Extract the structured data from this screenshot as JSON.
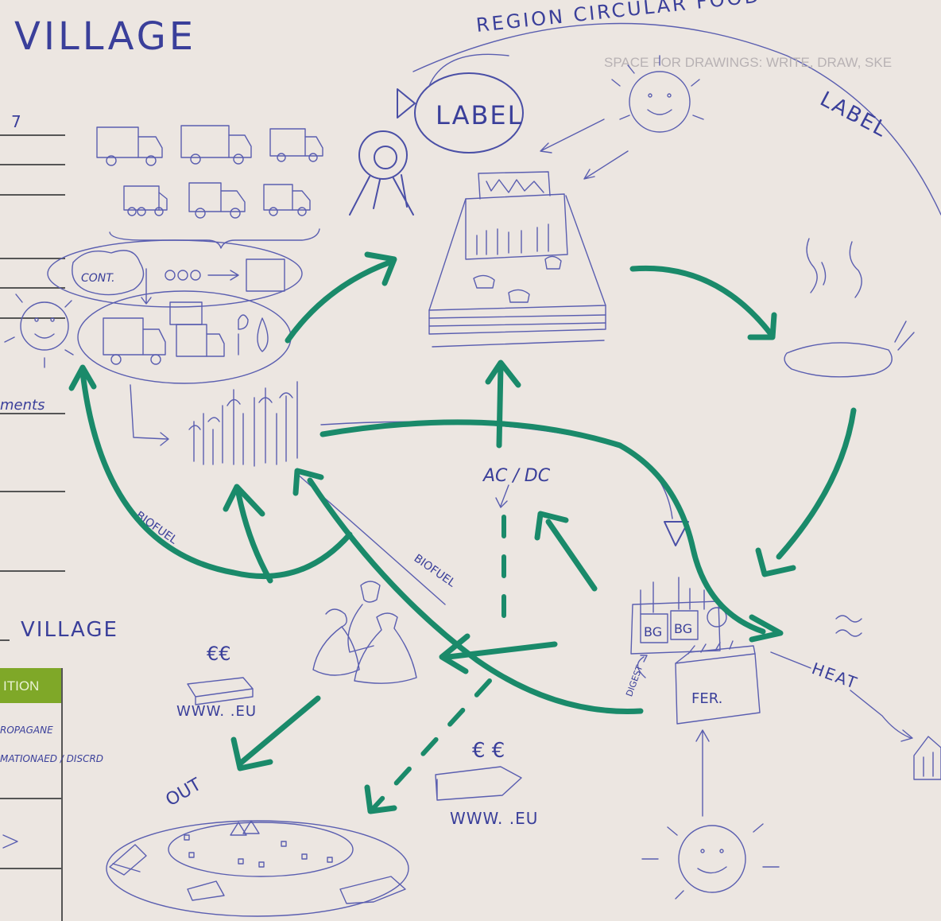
{
  "sheet": {
    "title": "VILLAGE",
    "printed_hint": "SPACE FOR DRAWINGS: WRITE, DRAW, SKE",
    "left_mark": "7",
    "left_word": "ments",
    "bottom_left_label": "VILLAGE"
  },
  "table": {
    "header": "ITION",
    "row1_line1": "ROPAGANE",
    "row1_line2": "MATIONAED / DISCRD"
  },
  "labels": {
    "arc_text": "REGION CIRCULAR FOOD",
    "arc_text_right": "LABEL",
    "label_bubble": "LABEL",
    "cont": "CONT.",
    "ac_dc": "AC / DC",
    "biofuel": "BIOFUEL",
    "biofuel2": "BIOFUEL",
    "euro_left": "€€",
    "www_left": "WWW.    .EU",
    "euro_right": "€ €",
    "www_right": "WWW.    .EU",
    "out": "OUT",
    "heat": "HEAT",
    "biogas1": "BG",
    "biogas2": "BG",
    "fer": "FER.",
    "digest": "DIGEST"
  },
  "colors": {
    "paper": "#ece6e1",
    "ink_blue": "#4a4fa6",
    "marker_green": "#1a8a6a",
    "table_header_green": "#7fa828"
  }
}
